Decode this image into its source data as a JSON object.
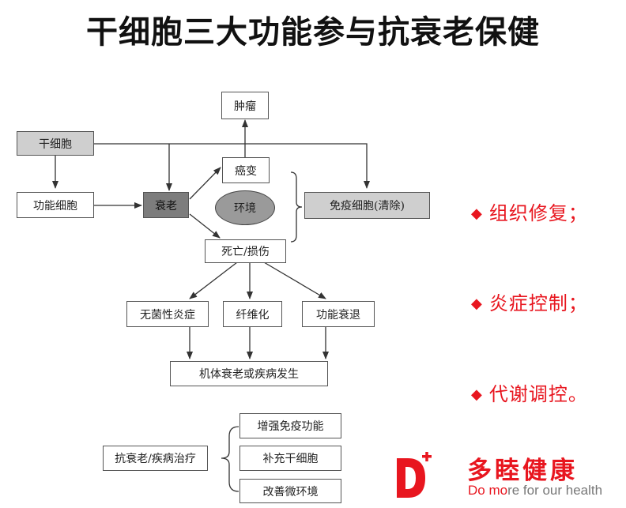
{
  "title": "干细胞三大功能参与抗衰老保健",
  "nodes": {
    "tumor": "肿瘤",
    "stem_cell": "干细胞",
    "cancer": "癌变",
    "functional_cell": "功能细胞",
    "aging": "衰老",
    "environment": "环境",
    "immune": "免疫细胞(清除)",
    "death": "死亡/损伤",
    "aseptic": "无菌性炎症",
    "fibrosis": "纤维化",
    "decline": "功能衰退",
    "outcome": "机体衰老或疾病发生",
    "treatment": "抗衰老/疾病治疗",
    "immunity": "增强免疫功能",
    "supplement": "补充干细胞",
    "microenv": "改善微环境"
  },
  "bullets": [
    {
      "marker": "◆",
      "text": "组织修复；"
    },
    {
      "marker": "◆",
      "text": "炎症控制；"
    },
    {
      "marker": "◆",
      "text": "代谢调控。"
    }
  ],
  "logo": {
    "mark": "D+",
    "name_cn": "多睦健康",
    "slogan_red": "Do mo",
    "slogan_gray": "re for our health",
    "brand_color": "#e8161f"
  }
}
